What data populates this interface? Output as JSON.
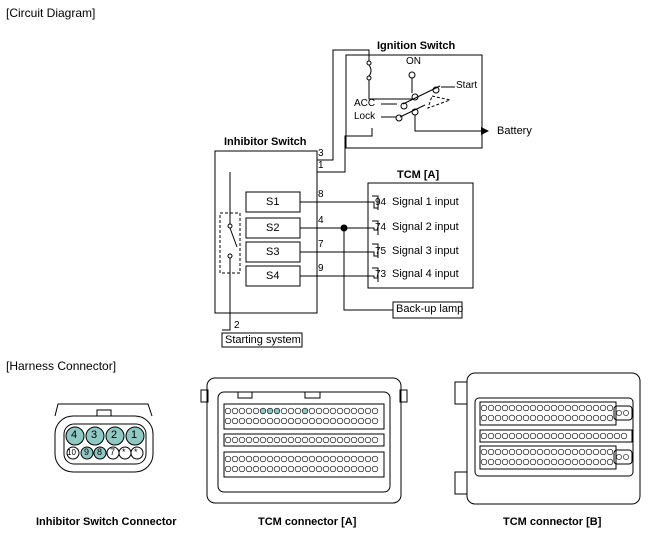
{
  "sections": {
    "circuit_title": "[Circuit Diagram]",
    "harness_title": "[Harness Connector]"
  },
  "ignition_switch": {
    "title": "Ignition Switch",
    "positions": {
      "on": "ON",
      "start": "Start",
      "acc": "ACC",
      "lock": "Lock"
    },
    "battery": "Battery"
  },
  "inhibitor_switch": {
    "title": "Inhibitor Switch",
    "switches": [
      "S1",
      "S2",
      "S3",
      "S4"
    ],
    "pins": {
      "p3": "3",
      "p1": "1",
      "p8": "8",
      "p4": "4",
      "p7": "7",
      "p9": "9",
      "p2": "2"
    }
  },
  "tcm": {
    "title": "TCM [A]",
    "inputs": [
      {
        "pin": "94",
        "label": "Signal 1 input"
      },
      {
        "pin": "74",
        "label": "Signal 2 input"
      },
      {
        "pin": "75",
        "label": "Signal 3 input"
      },
      {
        "pin": "73",
        "label": "Signal 4 input"
      }
    ]
  },
  "loads": {
    "backup_lamp": "Back-up lamp",
    "starting_system": "Starting system"
  },
  "connectors": {
    "inhibitor": {
      "caption": "Inhibitor Switch Connector",
      "top_pins": [
        "4",
        "3",
        "2",
        "1"
      ],
      "bottom_pins": [
        "10",
        "9",
        "8",
        "7",
        "*",
        "*"
      ]
    },
    "tcm_a": {
      "caption": "TCM connector [A]"
    },
    "tcm_b": {
      "caption": "TCM connector [B]"
    }
  },
  "colors": {
    "highlight_pin": "#8fc9c4",
    "line": "#000000"
  }
}
